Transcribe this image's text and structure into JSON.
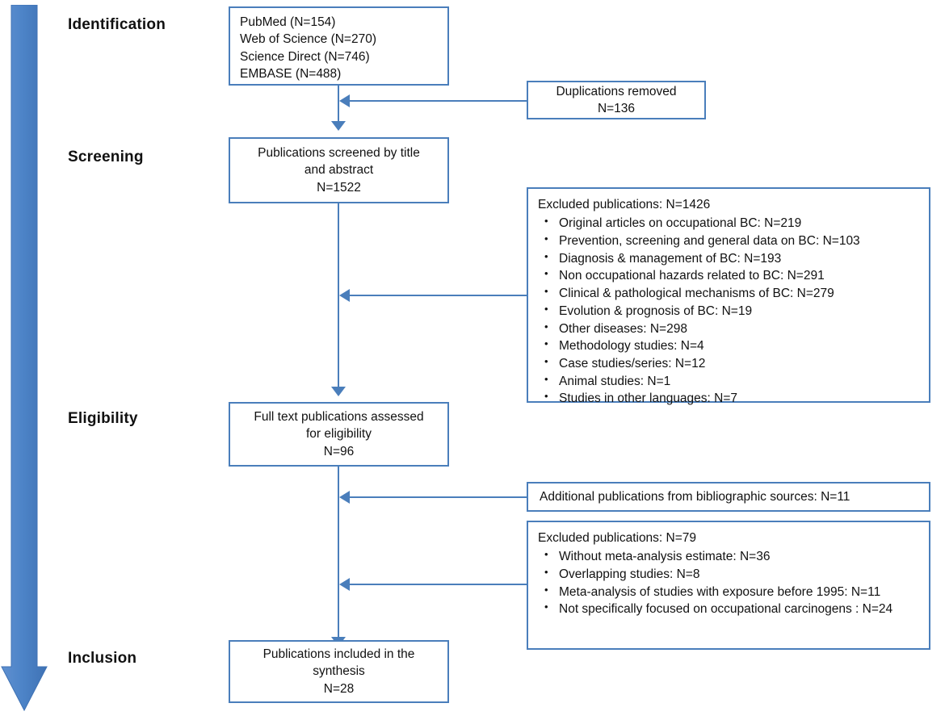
{
  "diagram": {
    "title": "PRISMA study selection flow diagram",
    "accent_color": "#4a7ebb",
    "arrow_fill": "#4d84c8",
    "text_color": "#111111",
    "background": "#ffffff"
  },
  "stages": [
    {
      "label": "Identification"
    },
    {
      "label": "Screening"
    },
    {
      "label": "Eligibility"
    },
    {
      "label": "Inclusion"
    }
  ],
  "boxes": {
    "sources": {
      "lines": [
        "PubMed (N=154)",
        "Web of Science (N=270)",
        "Science Direct (N=746)",
        "EMBASE (N=488)"
      ]
    },
    "duplications": {
      "lines": [
        "Duplications removed",
        "N=136"
      ]
    },
    "screened": {
      "lines": [
        "Publications screened by title",
        "and abstract",
        "N=1522"
      ]
    },
    "excluded_screening": {
      "title": "Excluded publications: N=1426",
      "items": [
        "Original articles on occupational BC: N=219",
        "Prevention, screening and general data on BC: N=103",
        "Diagnosis & management of BC: N=193",
        "Non occupational hazards related to BC: N=291",
        "Clinical & pathological mechanisms of BC: N=279",
        "Evolution & prognosis of BC: N=19",
        "Other diseases: N=298",
        "Methodology studies: N=4",
        "Case studies/series: N=12",
        "Animal studies: N=1",
        "Studies in other languages: N=7"
      ]
    },
    "fulltext": {
      "lines": [
        "Full text publications assessed",
        "for eligibility",
        "N=96"
      ]
    },
    "additional": {
      "lines": [
        "Additional publications from bibliographic sources: N=11"
      ]
    },
    "excluded_eligibility": {
      "title": "Excluded publications: N=79",
      "items": [
        "Without meta-analysis estimate: N=36",
        "Overlapping studies: N=8",
        "Meta-analysis of studies with exposure before 1995: N=11",
        "Not specifically focused on occupational carcinogens : N=24"
      ]
    },
    "included": {
      "lines": [
        "Publications included in the",
        "synthesis",
        "N=28"
      ]
    }
  }
}
